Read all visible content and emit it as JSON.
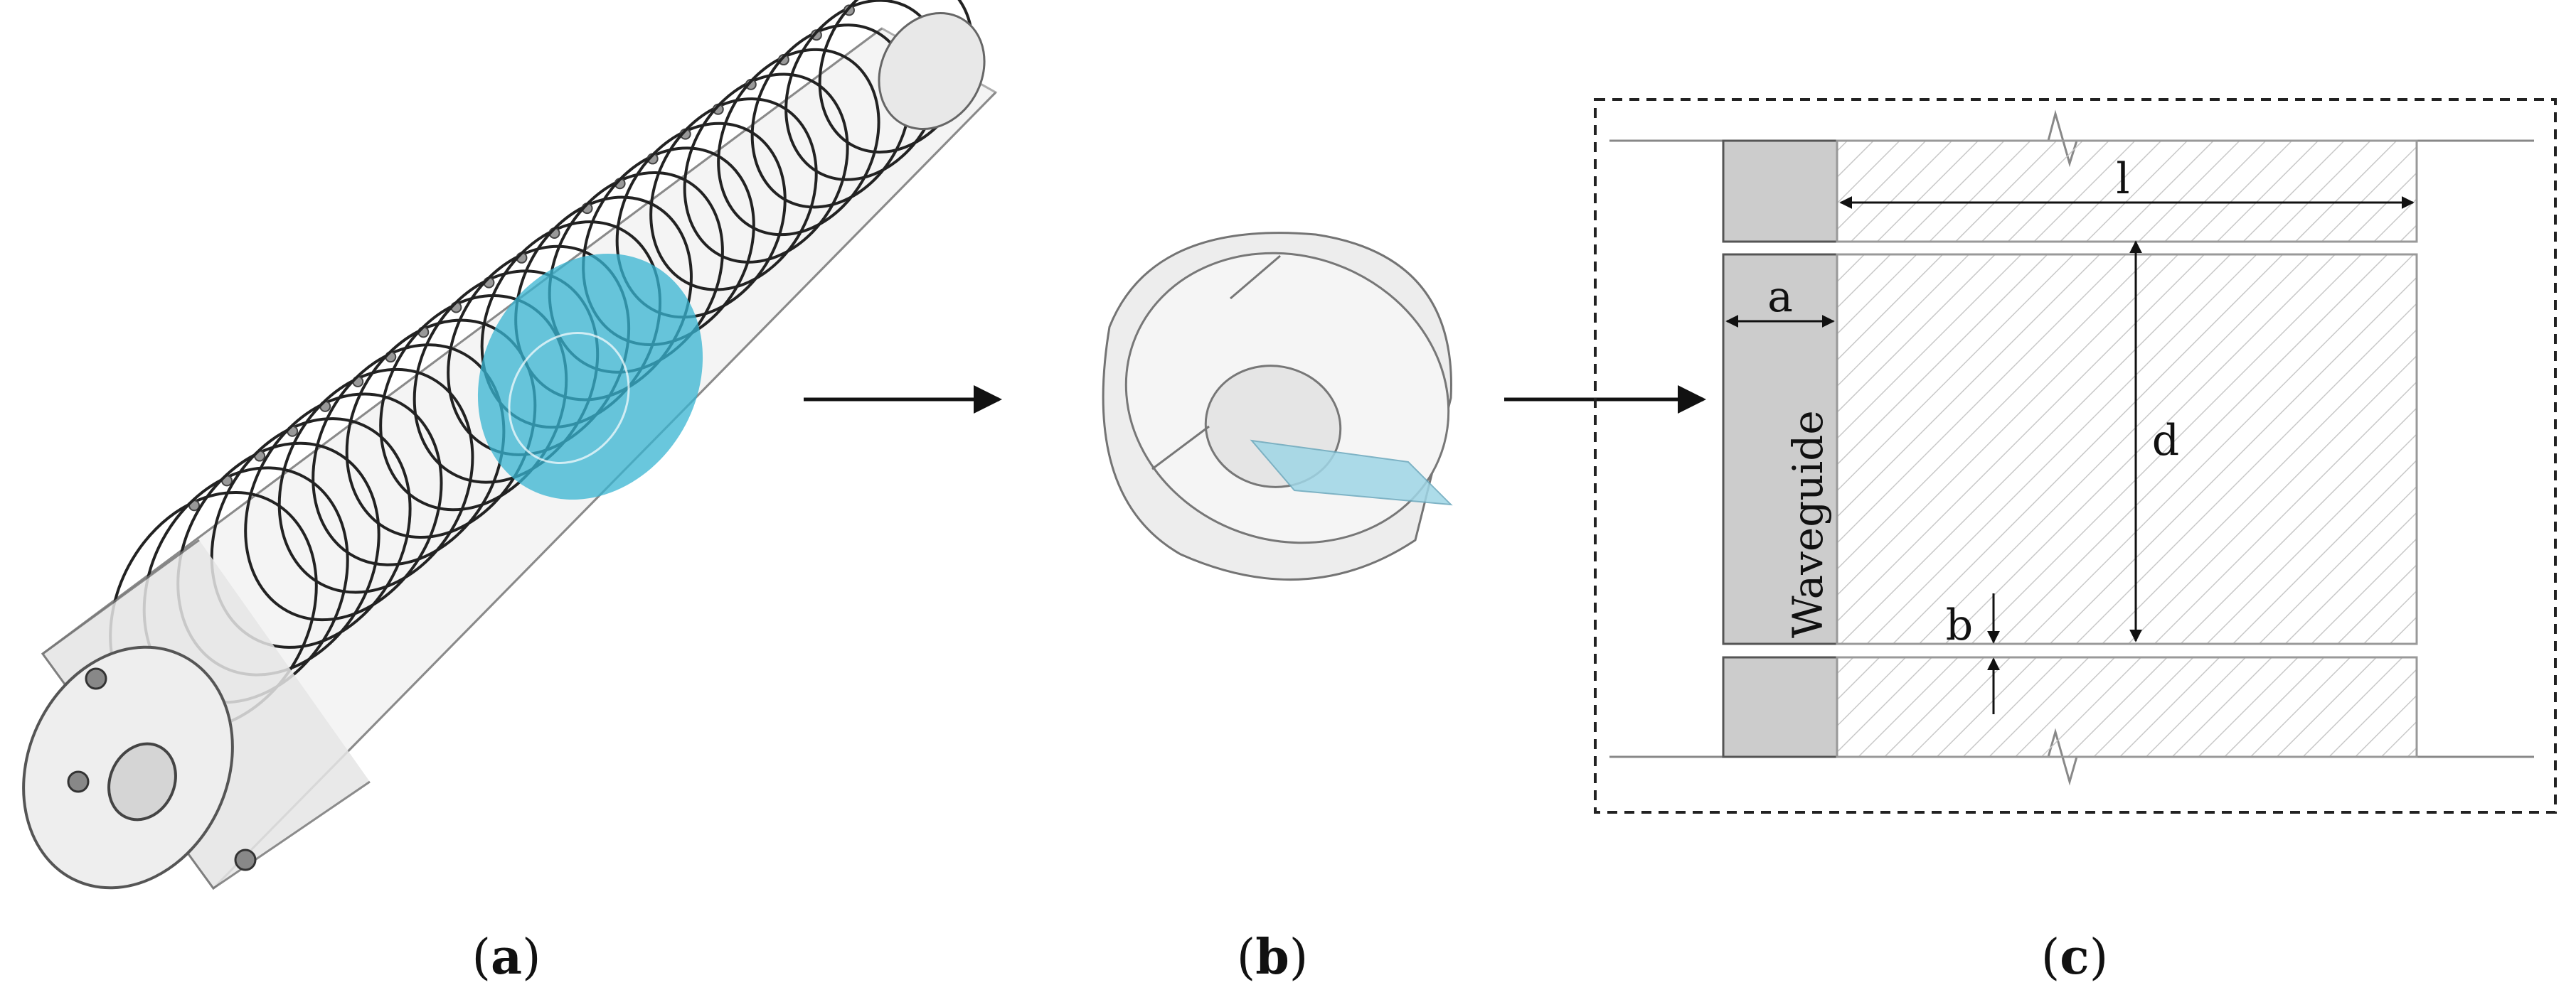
{
  "panels": {
    "a": {
      "label_open": "(",
      "label_letter": "a",
      "label_close": ")"
    },
    "b": {
      "label_open": "(",
      "label_letter": "b",
      "label_close": ")"
    },
    "c": {
      "label_open": "(",
      "label_letter": "c",
      "label_close": ")"
    }
  },
  "cross_section": {
    "waveguide_label": "Waveguide",
    "dim_l": "l",
    "dim_a": "a",
    "dim_d": "d",
    "dim_b": "b"
  },
  "colors": {
    "highlight_cyan": "#37b4d2",
    "waveguide_gray": "#cccccc",
    "outline": "#333333",
    "hatch": "#c8c8c8"
  }
}
